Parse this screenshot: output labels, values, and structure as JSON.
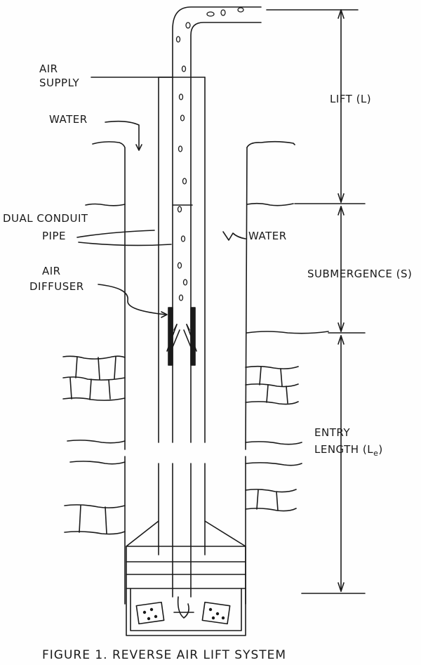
{
  "diagram": {
    "labels": {
      "air_supply_line1": "AIR",
      "air_supply_line2": "SUPPLY",
      "water_top": "WATER",
      "dual_conduit_line1": "DUAL CONDUIT",
      "dual_conduit_line2": "PIPE",
      "water_right": "WATER",
      "air_diffuser_line1": "AIR",
      "air_diffuser_line2": "DIFFUSER",
      "lift": "LIFT (L)",
      "submergence": "SUBMERGENCE (S)",
      "entry_line1": "ENTRY",
      "entry_line2_main": "LENGTH (L",
      "entry_line2_sub": "e",
      "entry_line2_close": ")"
    },
    "caption": "FIGURE 1. REVERSE AIR LIFT SYSTEM"
  }
}
